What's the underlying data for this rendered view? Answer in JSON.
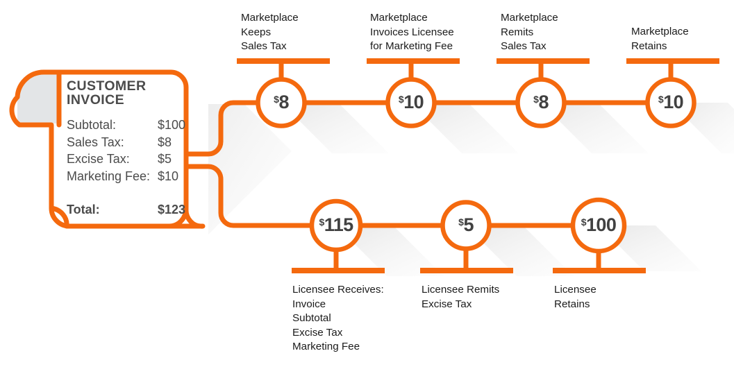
{
  "theme": {
    "orange": "#f4690e",
    "ink_dark": "#1b1b1b",
    "ink_gray": "#4b4b4b",
    "curl_fill": "#e3e5e7",
    "shadow": "#ededed",
    "background": "#ffffff"
  },
  "invoice": {
    "title": "CUSTOMER\nINVOICE",
    "rows": [
      {
        "label": "Subtotal:",
        "value": "$100"
      },
      {
        "label": "Sales Tax:",
        "value": "$8"
      },
      {
        "label": "Excise Tax:",
        "value": "$5"
      },
      {
        "label": "Marketing Fee:",
        "value": "$10"
      }
    ],
    "total": {
      "label": "Total:",
      "value": "$123"
    }
  },
  "flow": {
    "top_row": [
      {
        "id": "marketplace-keeps-sales-tax",
        "currency": "$",
        "amount": "8",
        "caption": "Marketplace\nKeeps\nSales Tax"
      },
      {
        "id": "marketplace-invoices-licensee-marketing-fee",
        "currency": "$",
        "amount": "10",
        "caption": "Marketplace\nInvoices Licensee\nfor Marketing Fee"
      },
      {
        "id": "marketplace-remits-sales-tax",
        "currency": "$",
        "amount": "8",
        "caption": "Marketplace\nRemits\nSales Tax"
      },
      {
        "id": "marketplace-retains",
        "currency": "$",
        "amount": "10",
        "caption": "Marketplace\nRetains"
      }
    ],
    "bottom_row": [
      {
        "id": "licensee-receives",
        "currency": "$",
        "amount": "115",
        "caption": "Licensee Receives:\nInvoice\nSubtotal\nExcise Tax\nMarketing Fee"
      },
      {
        "id": "licensee-remits-excise-tax",
        "currency": "$",
        "amount": "5",
        "caption": "Licensee Remits\nExcise Tax"
      },
      {
        "id": "licensee-retains",
        "currency": "$",
        "amount": "100",
        "caption": "Licensee\nRetains"
      }
    ]
  }
}
